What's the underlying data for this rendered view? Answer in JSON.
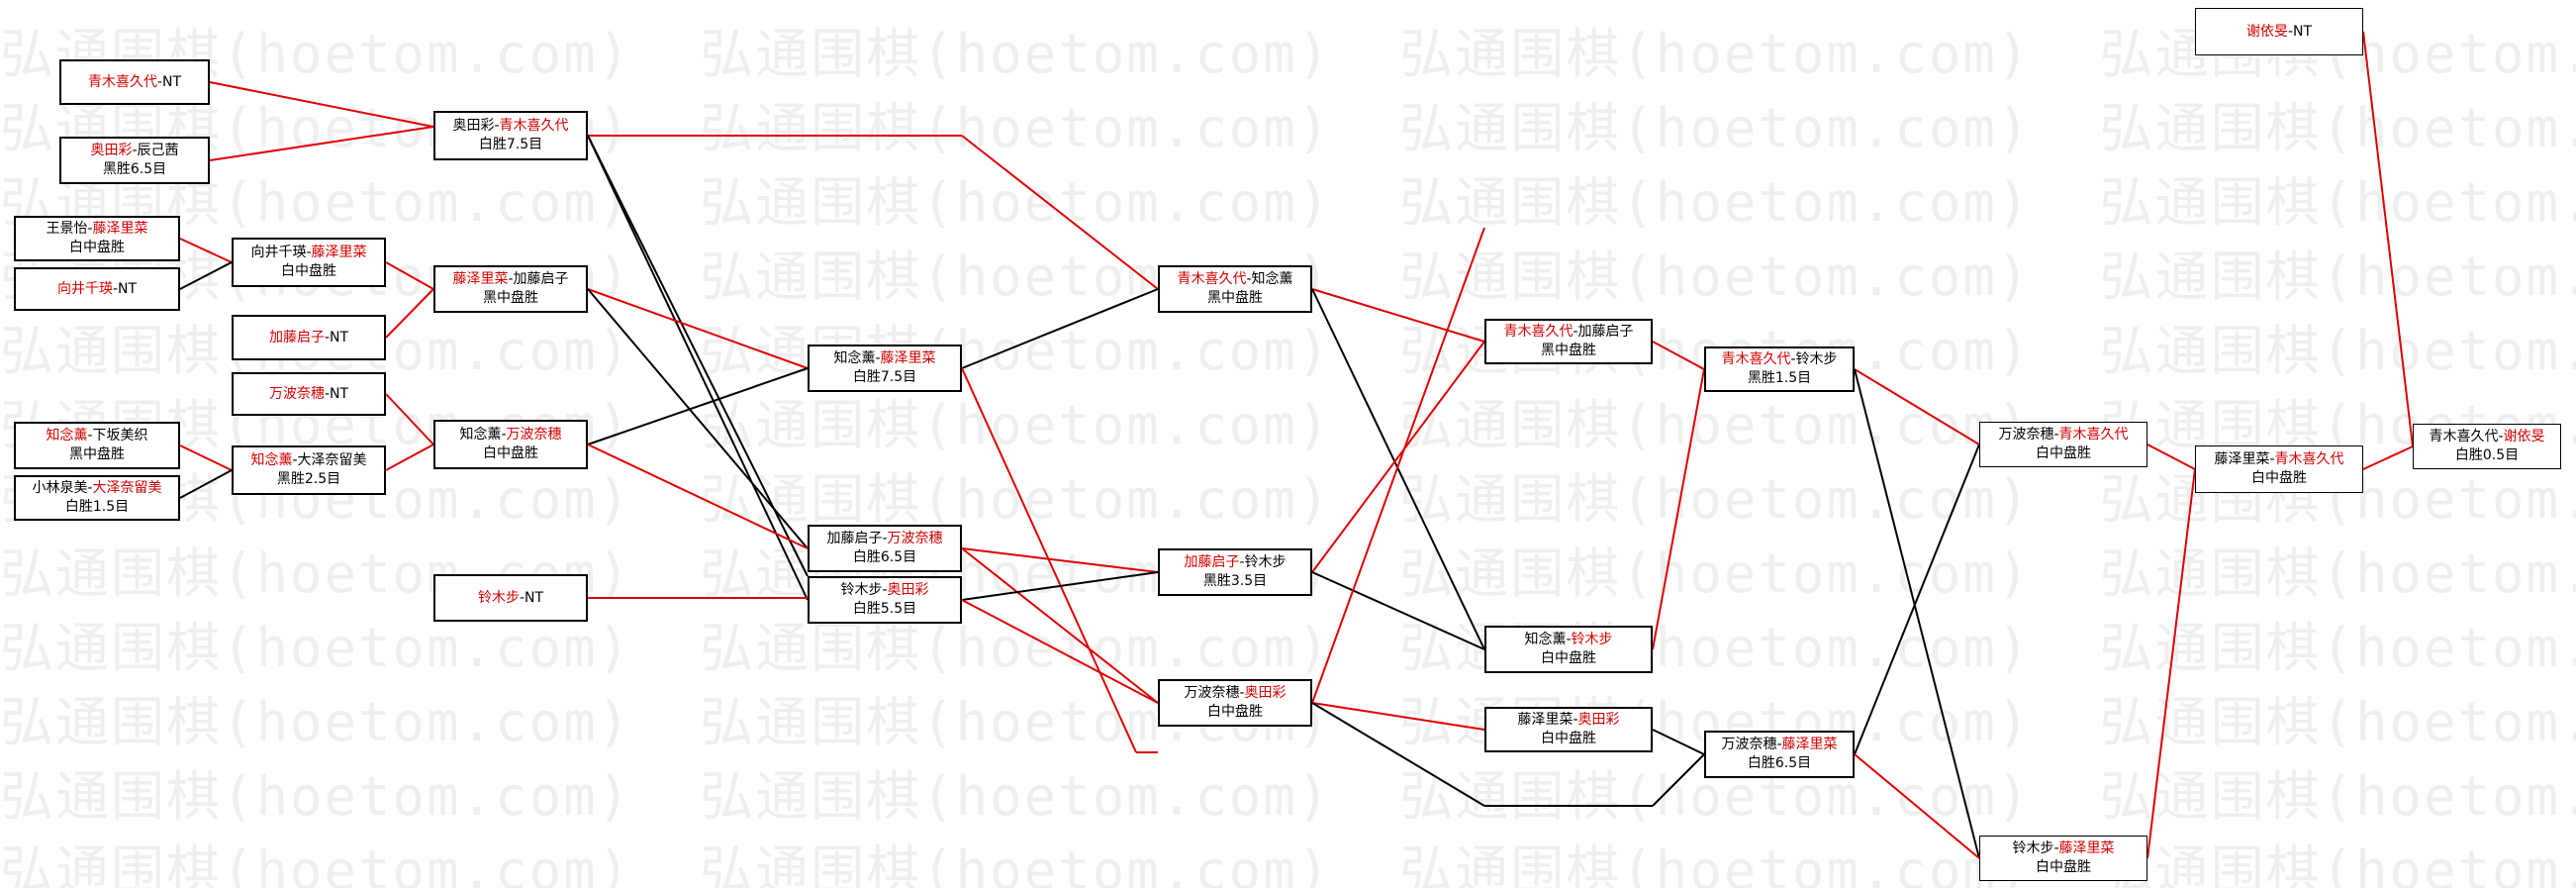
{
  "watermark": "弘通围棋(hoetom.com)",
  "colors": {
    "win": "#e00000",
    "loss": "#000000",
    "highlight": "#d40000"
  },
  "games": {
    "g1": {
      "a": "青木喜久代",
      "b": "NT",
      "res": "",
      "w": "a"
    },
    "g2": {
      "a": "奥田彩",
      "b": "辰己茜",
      "res": "黑胜6.5目",
      "w": "a"
    },
    "g3": {
      "a": "王景怡",
      "b": "藤泽里菜",
      "res": "白中盘胜",
      "w": "b"
    },
    "g4": {
      "a": "向井千瑛",
      "b": "NT",
      "res": "",
      "w": "a"
    },
    "g5": {
      "a": "加藤启子",
      "b": "NT",
      "res": "",
      "w": "a"
    },
    "g6": {
      "a": "万波奈穗",
      "b": "NT",
      "res": "",
      "w": "a"
    },
    "g7": {
      "a": "知念薰",
      "b": "下坂美织",
      "res": "黑中盘胜",
      "w": "a"
    },
    "g8": {
      "a": "小林泉美",
      "b": "大泽奈留美",
      "res": "白胜1.5目",
      "w": "b"
    },
    "g9": {
      "a": "铃木步",
      "b": "NT",
      "res": "",
      "w": "a"
    },
    "g10": {
      "a": "奥田彩",
      "b": "青木喜久代",
      "res": "白胜7.5目",
      "w": "b"
    },
    "g11": {
      "a": "向井千瑛",
      "b": "藤泽里菜",
      "res": "白中盘胜",
      "w": "b"
    },
    "g12": {
      "a": "藤泽里菜",
      "b": "加藤启子",
      "res": "黑中盘胜",
      "w": "a"
    },
    "g13": {
      "a": "知念薰",
      "b": "大泽奈留美",
      "res": "黑胜2.5目",
      "w": "a"
    },
    "g14": {
      "a": "知念薰",
      "b": "万波奈穗",
      "res": "白中盘胜",
      "w": "b"
    },
    "g15": {
      "a": "知念薰",
      "b": "藤泽里菜",
      "res": "白胜7.5目",
      "w": "b"
    },
    "g16": {
      "a": "加藤启子",
      "b": "万波奈穗",
      "res": "白胜6.5目",
      "w": "b"
    },
    "g17": {
      "a": "铃木步",
      "b": "奥田彩",
      "res": "白胜5.5目",
      "w": "b"
    },
    "g18": {
      "a": "青木喜久代",
      "b": "知念薰",
      "res": "黑中盘胜",
      "w": "a"
    },
    "g19": {
      "a": "加藤启子",
      "b": "铃木步",
      "res": "黑胜3.5目",
      "w": "a"
    },
    "g20": {
      "a": "万波奈穗",
      "b": "奥田彩",
      "res": "白中盘胜",
      "w": "b"
    },
    "g21": {
      "a": "青木喜久代",
      "b": "加藤启子",
      "res": "黑中盘胜",
      "w": "a"
    },
    "g22": {
      "a": "知念薰",
      "b": "铃木步",
      "res": "白中盘胜",
      "w": "b"
    },
    "g23": {
      "a": "藤泽里菜",
      "b": "奥田彩",
      "res": "白中盘胜",
      "w": "b"
    },
    "g24": {
      "a": "青木喜久代",
      "b": "铃木步",
      "res": "黑胜1.5目",
      "w": "a"
    },
    "g25": {
      "a": "万波奈穗",
      "b": "藤泽里菜",
      "res": "白胜6.5目",
      "w": "b"
    },
    "g26": {
      "a": "万波奈穗",
      "b": "青木喜久代",
      "res": "白中盘胜",
      "w": "b"
    },
    "g27": {
      "a": "铃木步",
      "b": "藤泽里菜",
      "res": "白中盘胜",
      "w": "b"
    },
    "g28": {
      "a": "谢依旻",
      "b": "NT",
      "res": "",
      "w": "a"
    },
    "g29": {
      "a": "藤泽里菜",
      "b": "青木喜久代",
      "res": "白中盘胜",
      "w": "b"
    },
    "g30": {
      "a": "青木喜久代",
      "b": "谢依旻",
      "res": "白胜0.5目",
      "w": "b"
    }
  }
}
